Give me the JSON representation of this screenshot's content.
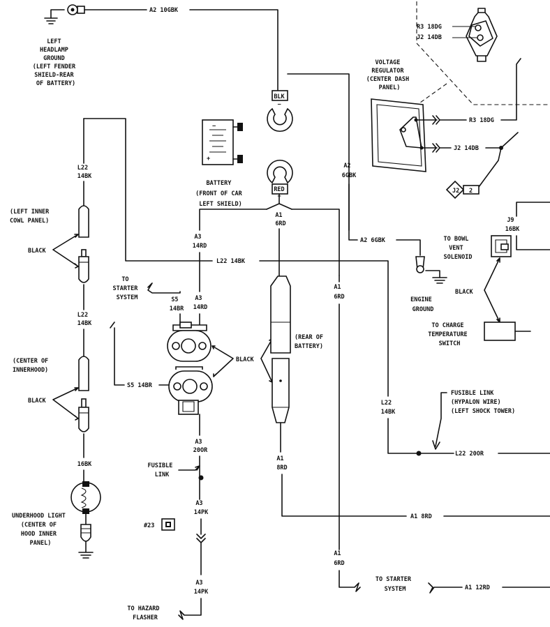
{
  "labels": {
    "a2_10gbk": "A2 10GBK",
    "left_headlamp_ground": [
      "LEFT",
      "HEADLAMP",
      "GROUND",
      "(LEFT FENDER",
      "SHIELD-REAR",
      "OF BATTERY)"
    ],
    "r3_18dg_top": "R3 18DG",
    "j2_14db_top": "J2 14DB",
    "voltage_regulator": [
      "VOLTAGE",
      "REGULATOR",
      "(CENTER DASH",
      "PANEL)"
    ],
    "blk": "BLK",
    "minus": "−",
    "red": "RED",
    "plus": "+",
    "battery": [
      "BATTERY",
      "(FRONT OF CAR",
      "LEFT SHIELD)"
    ],
    "r3_18dg": "R3 18DG",
    "j2_14db": "J2 14DB",
    "j2_connector": "J2",
    "j2_connector_num": "2",
    "a2_6gbk_vert": [
      "A2",
      "6GBK"
    ],
    "a2_6gbk_horz": "A2 6GBK",
    "engine_ground": [
      "ENGINE",
      "GROUND"
    ],
    "l22_14bk_top": [
      "L22",
      "14BK"
    ],
    "left_inner_cowl": [
      "(LEFT INNER",
      "COWL PANEL)"
    ],
    "black_1": "BLACK",
    "a1_6rd_top": [
      "A1",
      "6RD"
    ],
    "a3_14rd_top": [
      "A3",
      "14RD"
    ],
    "l22_14bk_horz": "L22 14BK",
    "j9_16bk": [
      "J9",
      "16BK"
    ],
    "bowl_vent": [
      "TO BOWL",
      "VENT",
      "SOLENOID"
    ],
    "black_right": "BLACK",
    "charge_temp": [
      "TO CHARGE",
      "TEMPERATURE",
      "SWITCH"
    ],
    "to_starter_left": [
      "TO",
      "STARTER",
      "SYSTEM"
    ],
    "s5_14br_top": [
      "S5",
      "14BR"
    ],
    "a3_14rd_mid": [
      "A3",
      "14RD"
    ],
    "a1_6rd_right": [
      "A1",
      "6RD"
    ],
    "rear_of_battery": [
      "(REAR OF",
      "BATTERY)"
    ],
    "l22_14bk_mid": [
      "L22",
      "14BK"
    ],
    "black_mid": "BLACK",
    "center_innerhood": [
      "(CENTER OF",
      "INNERHOOD)"
    ],
    "s5_14br_horz": "S5 14BR",
    "black_2": "BLACK",
    "fusible_link_right": [
      "FUSIBLE LINK",
      "(HYPALON WIRE)",
      "(LEFT SHOCK TOWER)"
    ],
    "l22_14bk_right": [
      "L22",
      "14BK"
    ],
    "a3_20or": [
      "A3",
      "20OR"
    ],
    "l22_20or": "L22 20OR",
    "l16bk": "16BK",
    "fusible_link_left": [
      "FUSIBLE",
      "LINK"
    ],
    "a1_8rd_vert": [
      "A1",
      "8RD"
    ],
    "a3_14pk_top": [
      "A3",
      "14PK"
    ],
    "underhood_light": [
      "UNDERHOOD LIGHT",
      "(CENTER OF",
      "HOOD INNER",
      "PANEL)"
    ],
    "a1_8rd_horz": "A1 8RD",
    "connector_23": "#23",
    "a1_6rd_bottom": [
      "A1",
      "6RD"
    ],
    "to_starter_bottom": [
      "TO STARTER",
      "SYSTEM"
    ],
    "a1_12rd": "A1 12RD",
    "a3_14pk_bottom": [
      "A3",
      "14PK"
    ],
    "hazard_flasher": [
      "TO HAZARD",
      "FLASHER"
    ]
  }
}
